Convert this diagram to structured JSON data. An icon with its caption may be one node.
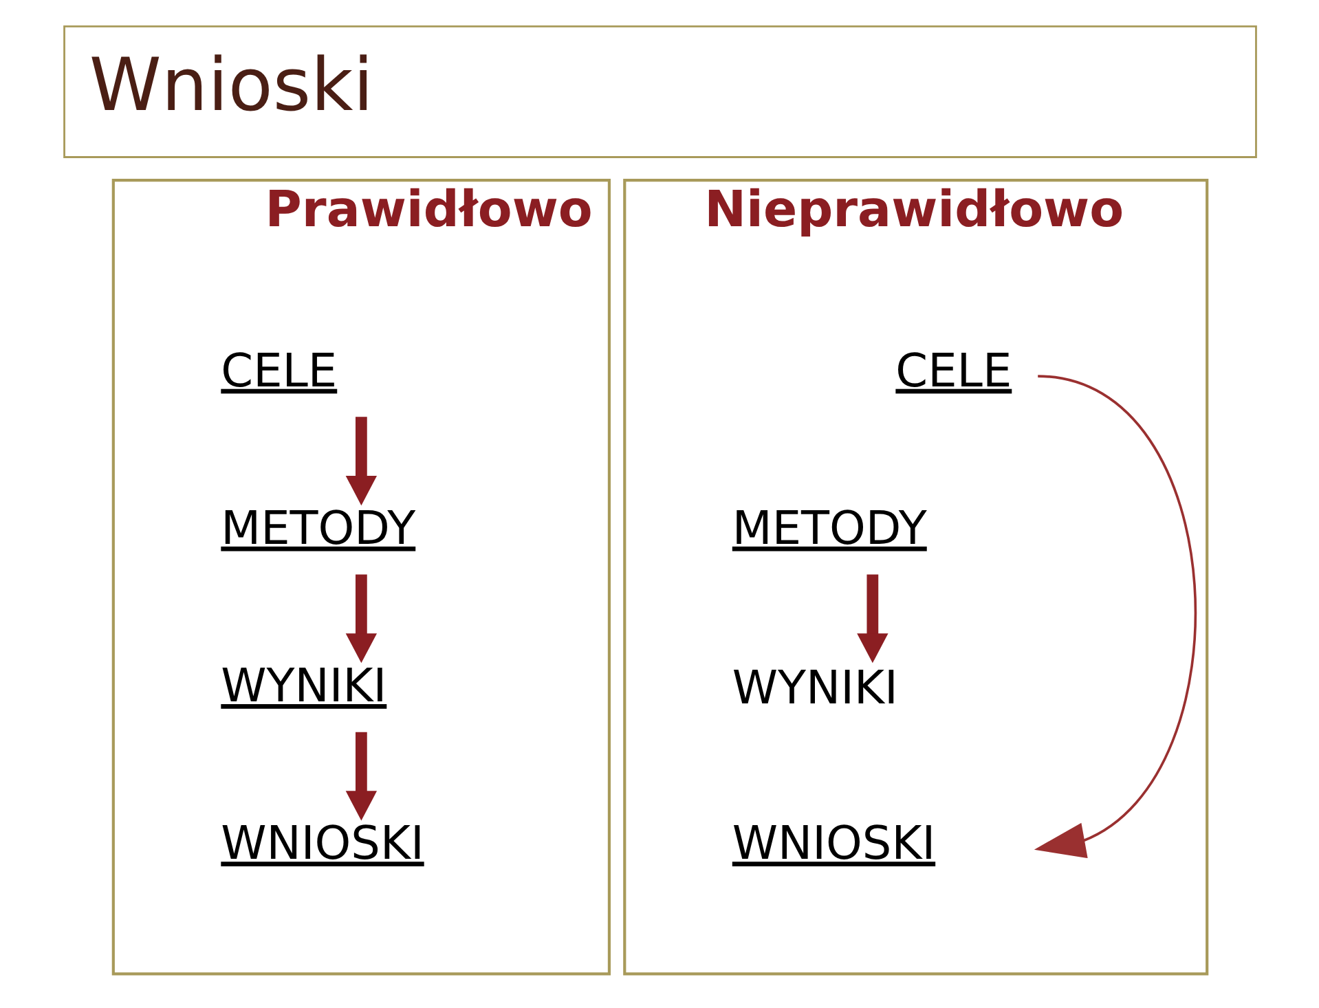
{
  "diagram": {
    "title": "Wnioski",
    "nodes": [
      {
        "text": [
          "Prawidłowo"
        ]
      },
      {
        "text": [
          "CELE"
        ],
        "in": 0
      },
      {
        "text": [
          "METODY"
        ],
        "in": 0
      },
      {
        "text": [
          "WYNIKI"
        ],
        "in": 0
      },
      {
        "text": [
          "WNIOSKI"
        ],
        "in": 0
      },
      {
        "text": [
          "Nieprawidłowo"
        ]
      },
      {
        "text": [
          "CELE"
        ],
        "in": 5
      },
      {
        "text": [
          "METODY"
        ],
        "in": 5
      },
      {
        "text": [
          "WYNIKI"
        ],
        "in": 5
      },
      {
        "text": [
          "WNIOSKI"
        ],
        "in": 5
      }
    ],
    "edges": [
      {
        "from": 1,
        "to": 2,
        "arrow": "to"
      },
      {
        "from": 2,
        "to": 3,
        "arrow": "to"
      },
      {
        "from": 3,
        "to": 4,
        "arrow": "to"
      },
      {
        "from": 6,
        "to": 9,
        "arrow": "to"
      },
      {
        "from": 7,
        "to": 8,
        "arrow": "to"
      }
    ]
  }
}
